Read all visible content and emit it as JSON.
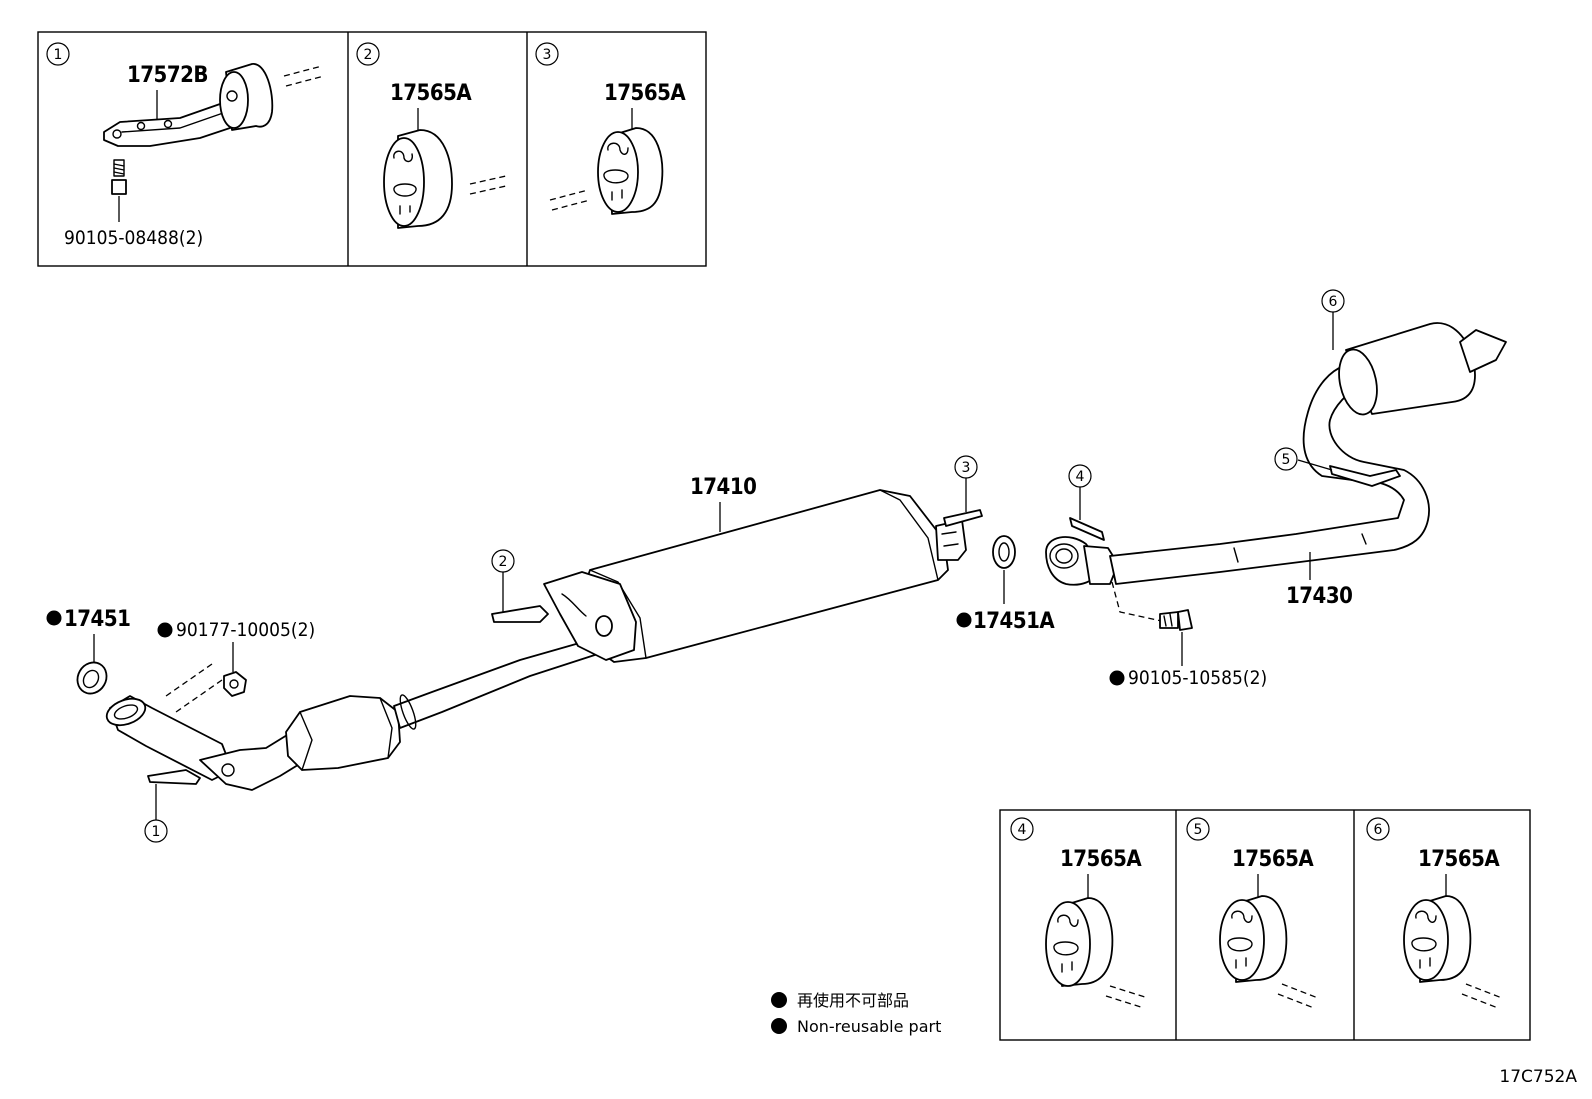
{
  "insets_top": [
    {
      "num": "1",
      "part": "17572B",
      "bolt": "90105-08488(2)"
    },
    {
      "num": "2",
      "part": "17565A"
    },
    {
      "num": "3",
      "part": "17565A"
    }
  ],
  "insets_bottom": [
    {
      "num": "4",
      "part": "17565A"
    },
    {
      "num": "5",
      "part": "17565A"
    },
    {
      "num": "6",
      "part": "17565A"
    }
  ],
  "main": {
    "center_pipe": "17410",
    "tail_pipe": "17430",
    "gasket_front": "17451",
    "gasket_rear": "17451A",
    "nut": "90177-10005(2)",
    "bolt": "90105-10585(2)",
    "callouts": {
      "c1": "1",
      "c2": "2",
      "c3": "3",
      "c4": "4",
      "c5": "5",
      "c6": "6"
    }
  },
  "legend": {
    "jp": "再使用不可部品",
    "en": "Non-reusable part"
  },
  "ref_code": "17C752A"
}
